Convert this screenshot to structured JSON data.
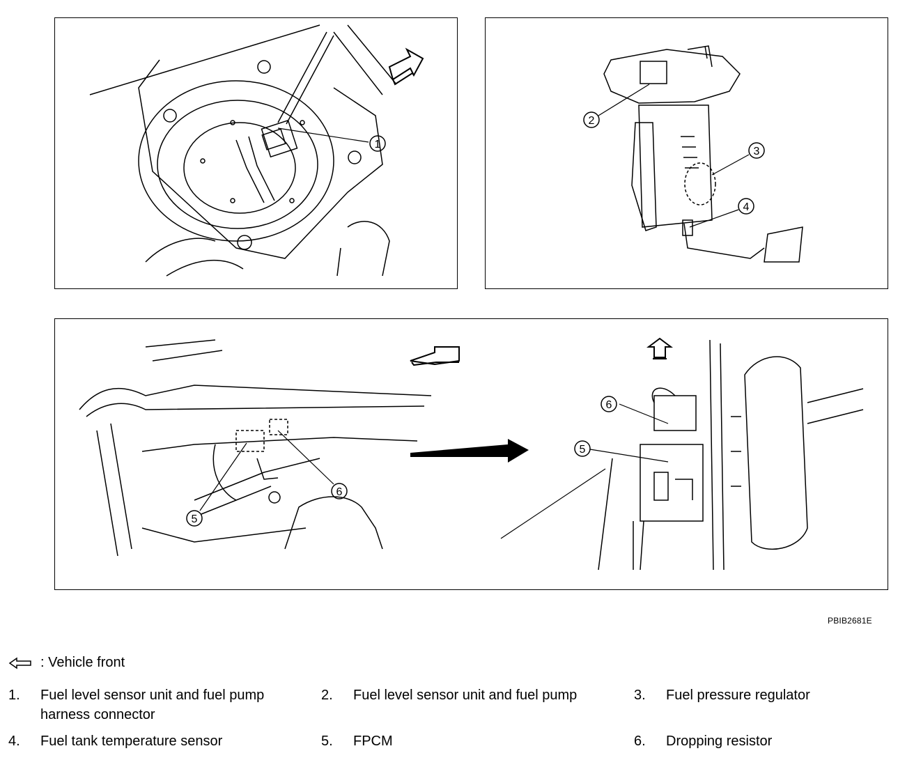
{
  "figure_code": "PBIB2681E",
  "legend": {
    "icon": "hollow-arrow-left-icon",
    "text": ": Vehicle front"
  },
  "callouts": [
    "1",
    "2",
    "3",
    "4",
    "5",
    "6"
  ],
  "items": [
    {
      "num": "1.",
      "text": "Fuel level sensor unit and fuel pump harness connector"
    },
    {
      "num": "2.",
      "text": "Fuel level sensor unit and fuel pump"
    },
    {
      "num": "3.",
      "text": "Fuel pressure regulator"
    },
    {
      "num": "4.",
      "text": "Fuel tank temperature sensor"
    },
    {
      "num": "5.",
      "text": "FPCM"
    },
    {
      "num": "6.",
      "text": "Dropping resistor"
    }
  ]
}
